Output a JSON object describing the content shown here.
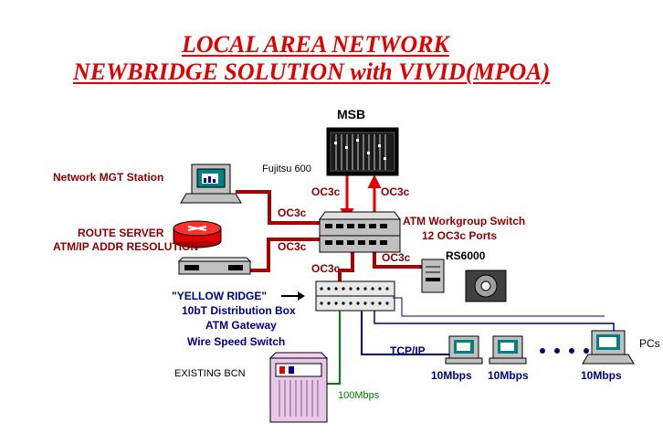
{
  "header": {
    "title_line1": "LOCAL AREA NETWORK",
    "title_line2": "NEWBRIDGE SOLUTION with VIVID(MPOA)"
  },
  "devices": {
    "msb": "MSB",
    "fujitsu": "Fujitsu 600",
    "network_mgt": "Network MGT Station",
    "route_server_line1": "ROUTE SERVER",
    "route_server_line2": "ATM/IP ADDR RESOLUTION",
    "atm_switch_line1": "ATM Workgroup Switch",
    "atm_switch_line2": "12 OC3c Ports",
    "rs6000": "RS6000",
    "yellow_ridge_line1": "\"YELLOW RIDGE\"",
    "yellow_ridge_line2": "10bT  Distribution Box",
    "yellow_ridge_line3": "ATM Gateway",
    "yellow_ridge_line4": "Wire Speed Switch",
    "existing_bcn": "EXISTING BCN",
    "pcs": "PCs"
  },
  "links": {
    "oc3c_fujitsu_left": "OC3c",
    "oc3c_fujitsu_right": "OC3c",
    "oc3c_mgt": "OC3c",
    "oc3c_route": "OC3c",
    "oc3c_yellow": "OC3c",
    "oc3c_rs6000": "OC3c",
    "tcpip": "TCP/IP",
    "speed_bcn": "100Mbps",
    "speed_pc1": "10Mbps",
    "speed_pc2": "10Mbps",
    "speed_pc3": "10Mbps"
  },
  "colors": {
    "title": "#e00000",
    "oc3c_link": "#a00000",
    "lan_link": "#000080",
    "bcn_link": "#008000"
  }
}
